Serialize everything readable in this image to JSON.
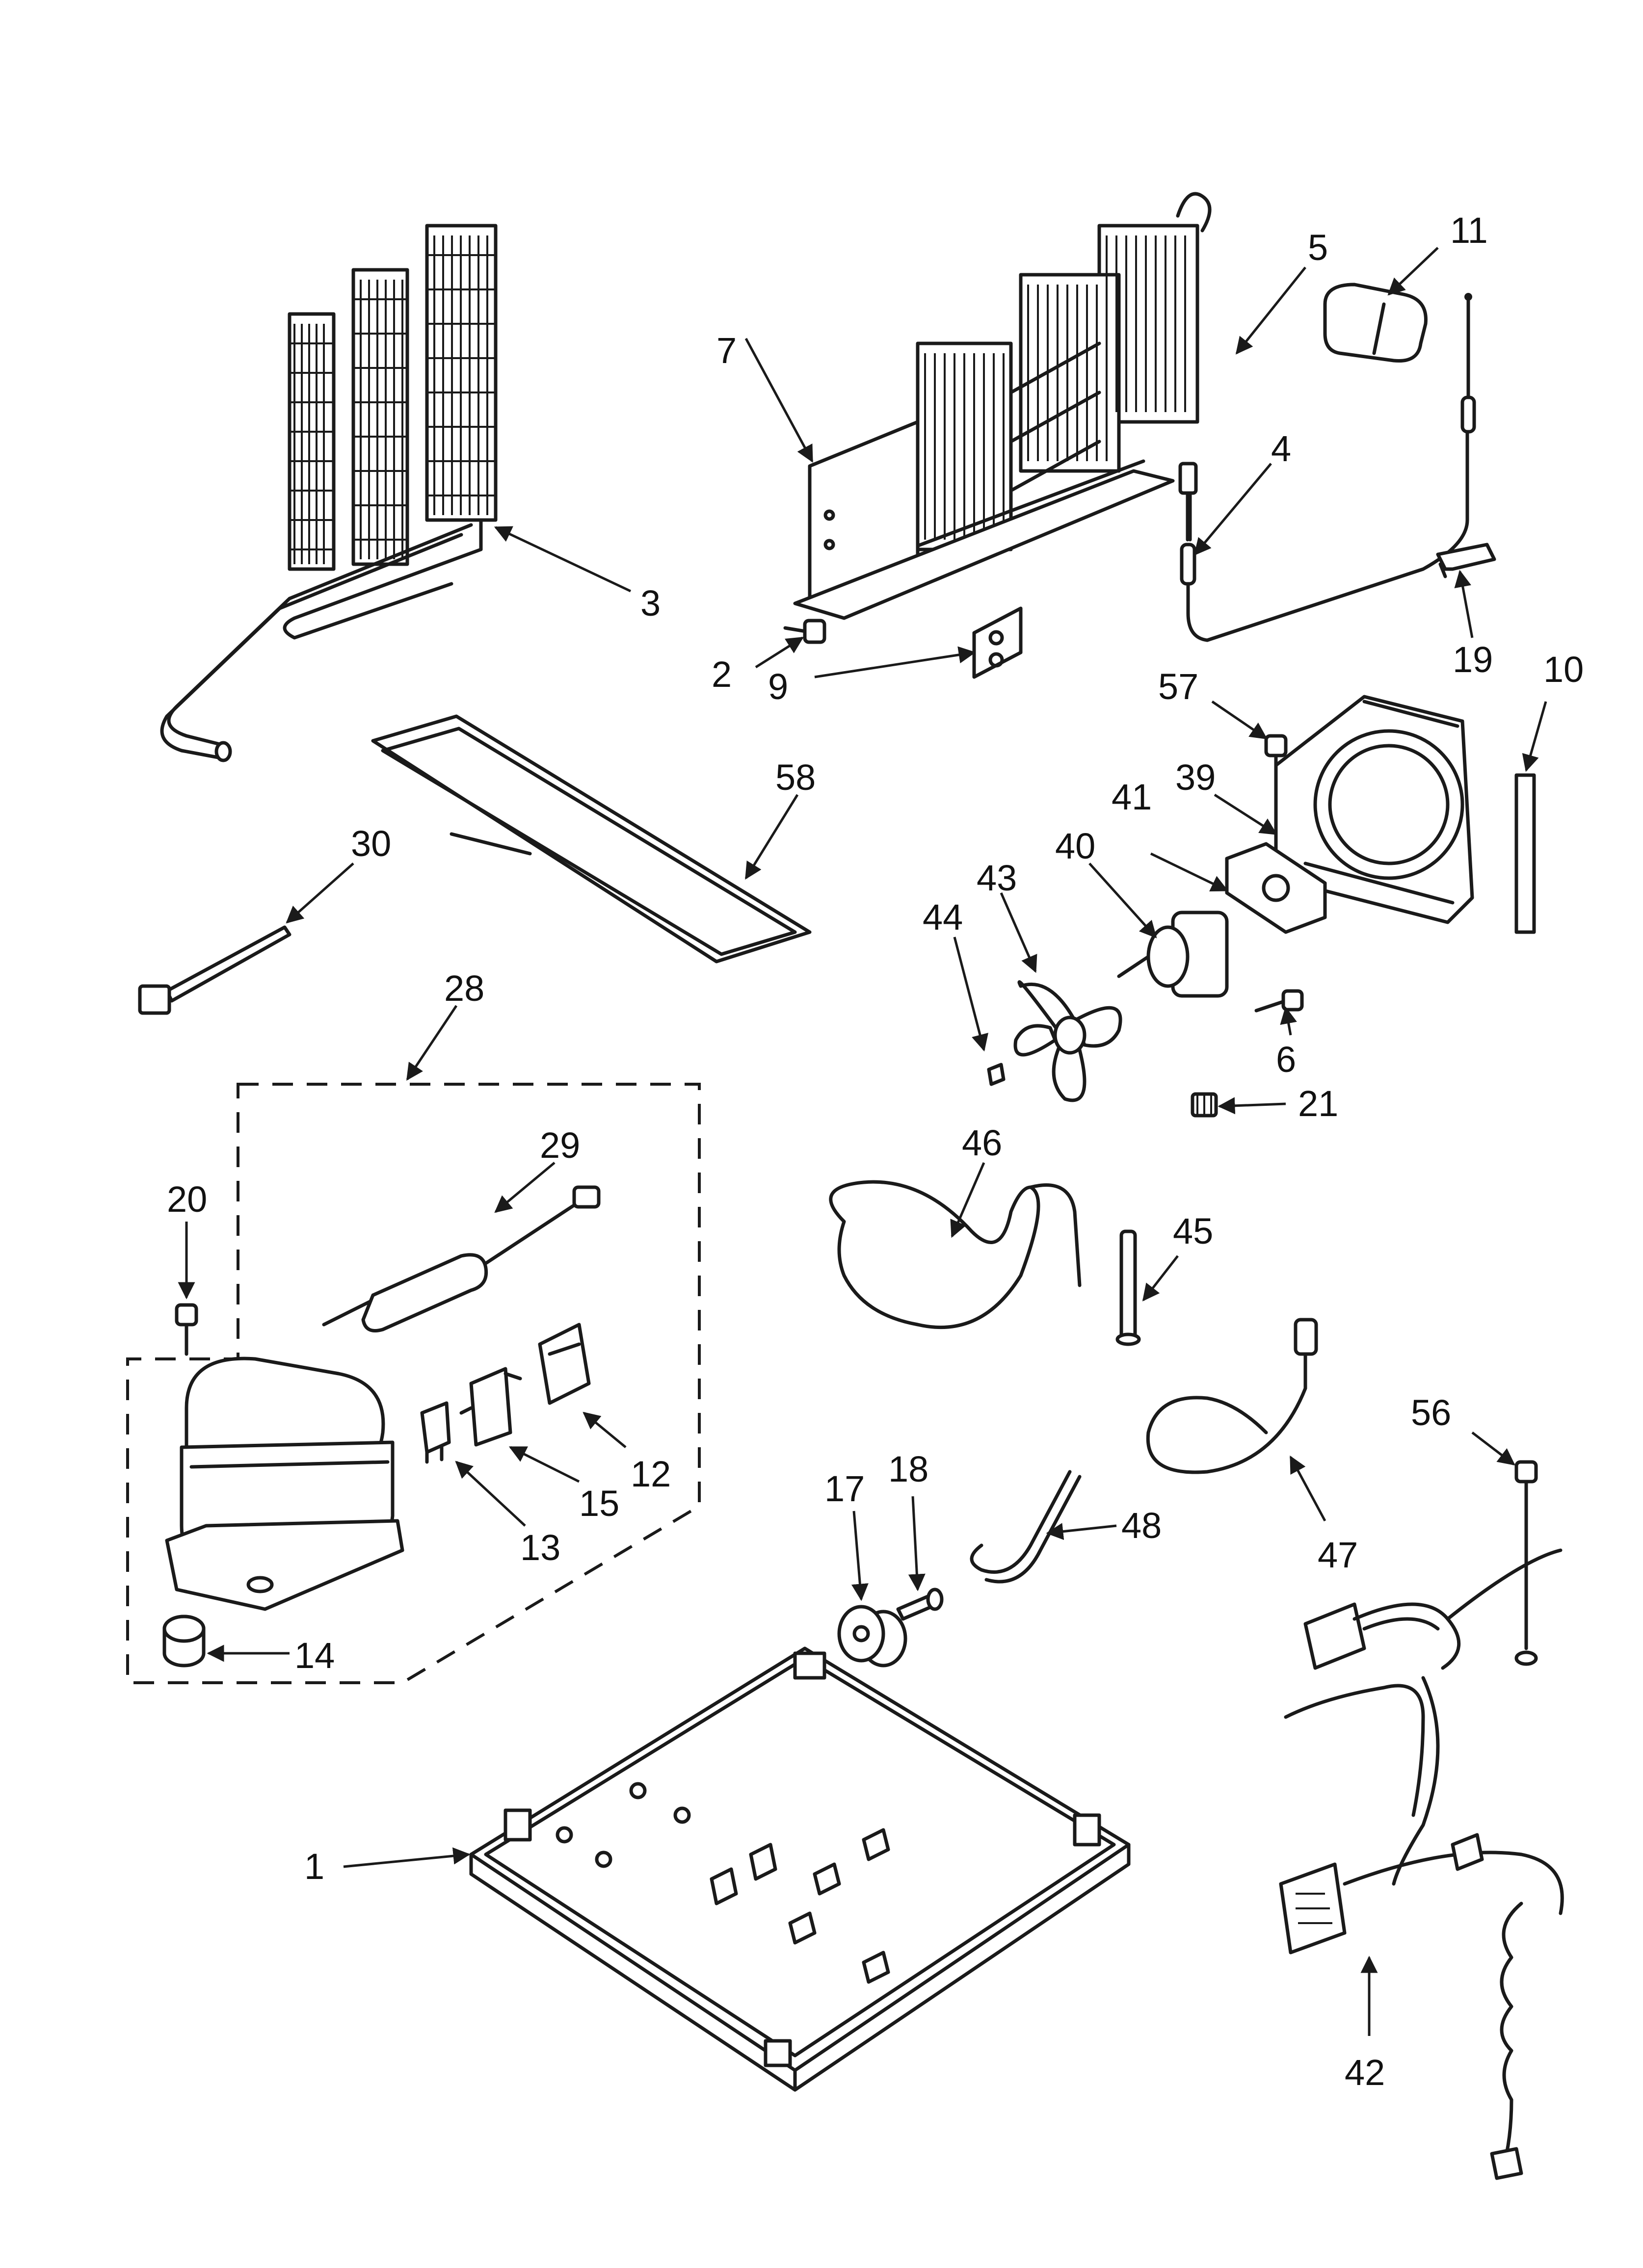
{
  "diagram": {
    "callouts": [
      {
        "id": "c1",
        "label": "1"
      },
      {
        "id": "c2",
        "label": "2"
      },
      {
        "id": "c3",
        "label": "3"
      },
      {
        "id": "c4",
        "label": "4"
      },
      {
        "id": "c5",
        "label": "5"
      },
      {
        "id": "c6",
        "label": "6"
      },
      {
        "id": "c7",
        "label": "7"
      },
      {
        "id": "c9",
        "label": "9"
      },
      {
        "id": "c10",
        "label": "10"
      },
      {
        "id": "c11",
        "label": "11"
      },
      {
        "id": "c12",
        "label": "12"
      },
      {
        "id": "c13",
        "label": "13"
      },
      {
        "id": "c14",
        "label": "14"
      },
      {
        "id": "c15",
        "label": "15"
      },
      {
        "id": "c17",
        "label": "17"
      },
      {
        "id": "c18",
        "label": "18"
      },
      {
        "id": "c19",
        "label": "19"
      },
      {
        "id": "c20",
        "label": "20"
      },
      {
        "id": "c21",
        "label": "21"
      },
      {
        "id": "c28",
        "label": "28"
      },
      {
        "id": "c29",
        "label": "29"
      },
      {
        "id": "c30",
        "label": "30"
      },
      {
        "id": "c39",
        "label": "39"
      },
      {
        "id": "c40",
        "label": "40"
      },
      {
        "id": "c41",
        "label": "41"
      },
      {
        "id": "c42",
        "label": "42"
      },
      {
        "id": "c43",
        "label": "43"
      },
      {
        "id": "c44",
        "label": "44"
      },
      {
        "id": "c45",
        "label": "45"
      },
      {
        "id": "c46",
        "label": "46"
      },
      {
        "id": "c47",
        "label": "47"
      },
      {
        "id": "c48",
        "label": "48"
      },
      {
        "id": "c56",
        "label": "56"
      },
      {
        "id": "c57",
        "label": "57"
      },
      {
        "id": "c58",
        "label": "58"
      }
    ]
  }
}
